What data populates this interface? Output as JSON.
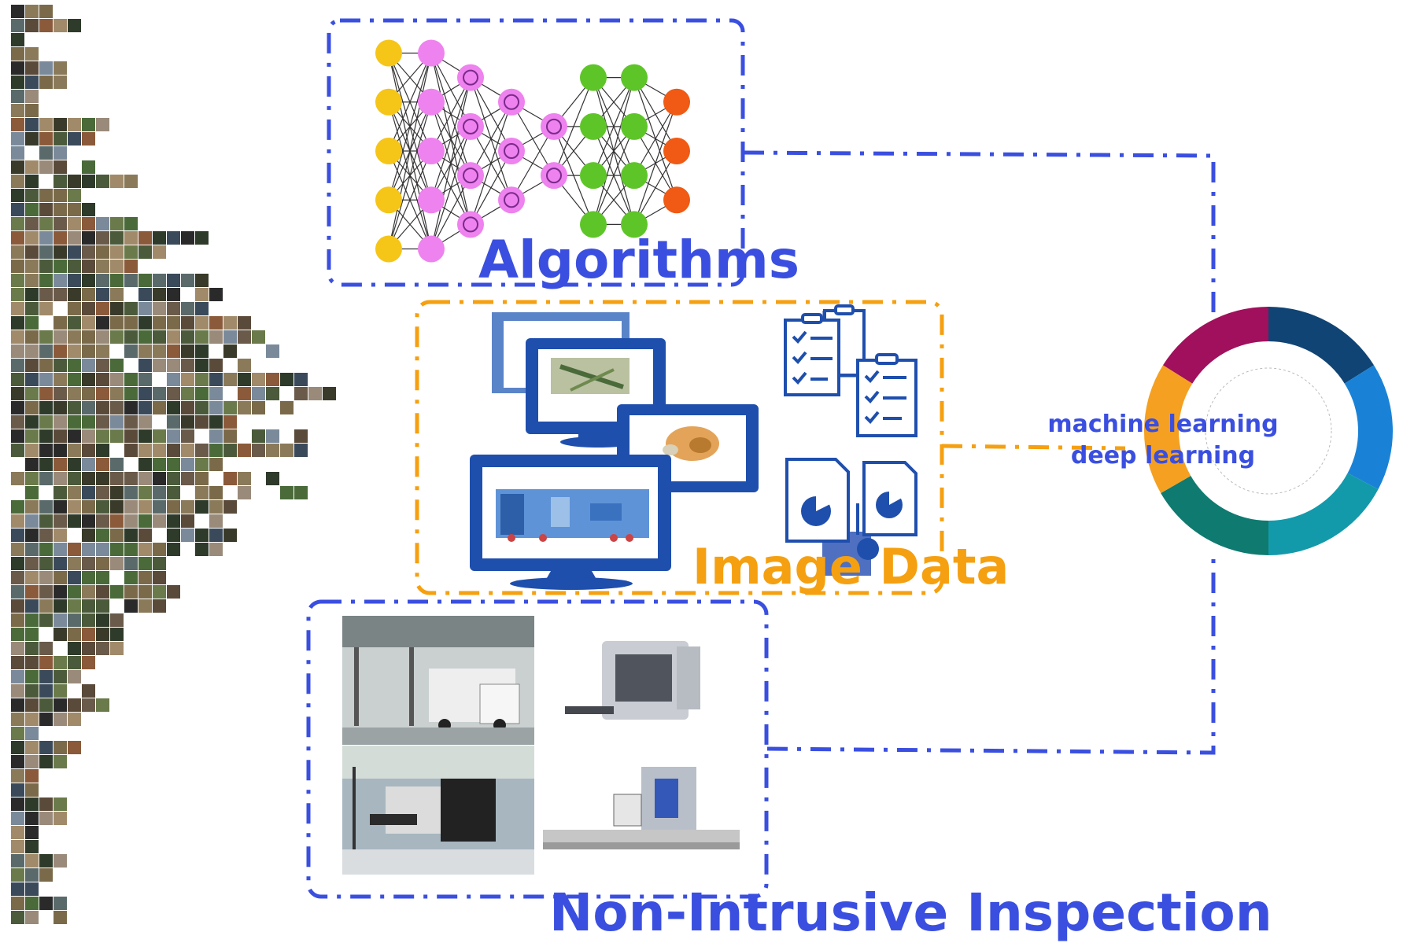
{
  "labels": {
    "algorithms": "Algorithms",
    "image_data": "Image Data",
    "non_intrusive_inspection": "Non-Intrusive Inspection",
    "machine_learning": "machine learning",
    "deep_learning": "deep learning"
  },
  "colors": {
    "blue_accent": "#3a4fe0",
    "orange_accent": "#f5a010",
    "monitor_blue": "#1f4fad",
    "node_yellow": "#f5c518",
    "node_pink": "#ee82ee",
    "node_green": "#5ec528",
    "node_red": "#f05a14",
    "ring_magenta": "#a0105c",
    "ring_navy": "#104474",
    "ring_blue": "#1a82d6",
    "ring_teal": "#139aaa",
    "ring_dark_teal": "#0f7a70",
    "ring_orange": "#f5a020"
  },
  "network": {
    "layer_sizes": [
      5,
      5,
      4,
      3,
      2,
      4,
      4,
      3
    ]
  },
  "icons": [
    "neural-network-icon",
    "monitor-icon",
    "checklist-icon",
    "report-icon",
    "cycle-ring-icon"
  ]
}
